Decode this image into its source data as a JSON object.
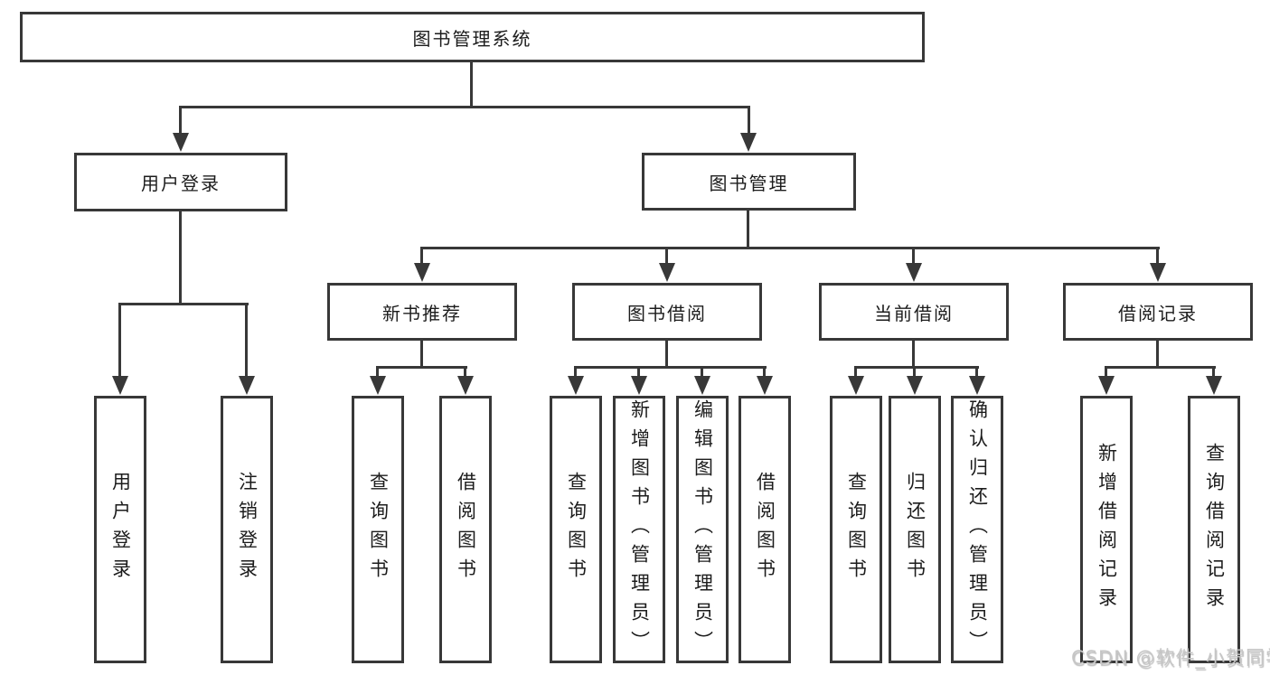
{
  "nodes": {
    "root": {
      "label": "图书管理系统"
    },
    "user_login": {
      "label": "用户登录"
    },
    "book_mgmt": {
      "label": "图书管理"
    },
    "new_book_rec": {
      "label": "新书推荐"
    },
    "book_borrow": {
      "label": "图书借阅"
    },
    "current_borrow": {
      "label": "当前借阅"
    },
    "borrow_record": {
      "label": "借阅记录"
    },
    "leaf_user_login": {
      "label": "用户登录"
    },
    "leaf_logout": {
      "label": "注销登录"
    },
    "leaf_query_book_a": {
      "label": "查询图书"
    },
    "leaf_borrow_book_a": {
      "label": "借阅图书"
    },
    "leaf_query_book_b": {
      "label": "查询图书"
    },
    "leaf_add_book": {
      "label": "新增图书（管理员）"
    },
    "leaf_edit_book": {
      "label": "编辑图书（管理员）"
    },
    "leaf_borrow_book_b": {
      "label": "借阅图书"
    },
    "leaf_query_book_c": {
      "label": "查询图书"
    },
    "leaf_return_book": {
      "label": "归还图书"
    },
    "leaf_confirm_return": {
      "label": "确认归还（管理员）"
    },
    "leaf_add_record": {
      "label": "新增借阅记录"
    },
    "leaf_query_record": {
      "label": "查询借阅记录"
    }
  },
  "hierarchy": {
    "label": "图书管理系统",
    "children": [
      {
        "label": "用户登录",
        "children": [
          {
            "label": "用户登录"
          },
          {
            "label": "注销登录"
          }
        ]
      },
      {
        "label": "图书管理",
        "children": [
          {
            "label": "新书推荐",
            "children": [
              {
                "label": "查询图书"
              },
              {
                "label": "借阅图书"
              }
            ]
          },
          {
            "label": "图书借阅",
            "children": [
              {
                "label": "查询图书"
              },
              {
                "label": "新增图书（管理员）"
              },
              {
                "label": "编辑图书（管理员）"
              },
              {
                "label": "借阅图书"
              }
            ]
          },
          {
            "label": "当前借阅",
            "children": [
              {
                "label": "查询图书"
              },
              {
                "label": "归还图书"
              },
              {
                "label": "确认归还（管理员）"
              }
            ]
          },
          {
            "label": "借阅记录",
            "children": [
              {
                "label": "新增借阅记录"
              },
              {
                "label": "查询借阅记录"
              }
            ]
          }
        ]
      }
    ]
  },
  "watermark": {
    "text": "CSDN @软件_小贺同学"
  },
  "colors": {
    "line": "#383838",
    "text": "#1c1c1c",
    "watermark": "#c6c6c6",
    "background": "#ffffff"
  }
}
